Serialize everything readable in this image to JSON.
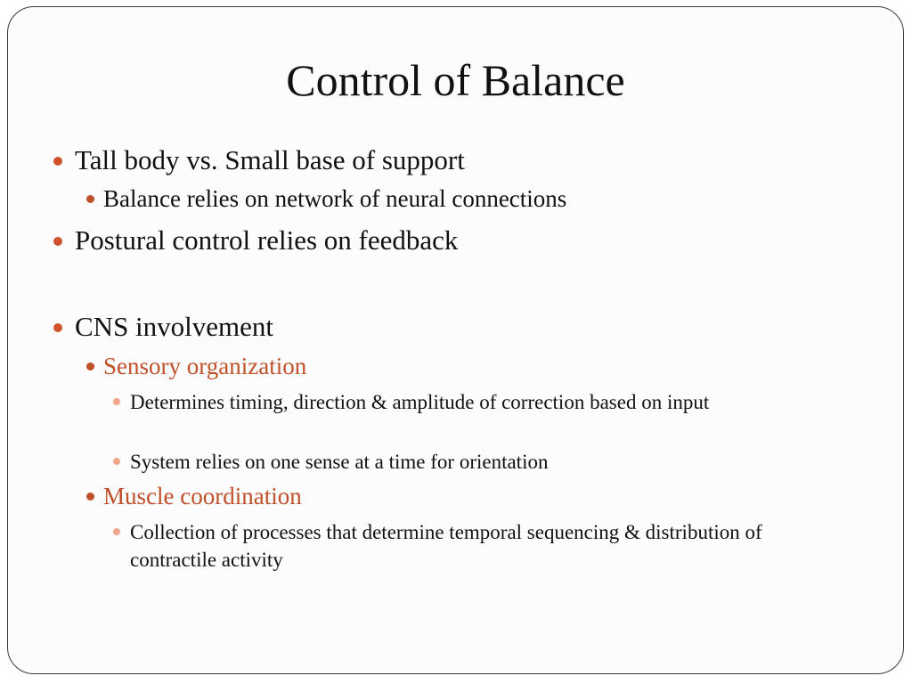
{
  "slide": {
    "title": "Control of Balance",
    "bullets": [
      {
        "text": "Tall body vs. Small base of support"
      },
      {
        "text": "Balance relies on network of neural connections"
      },
      {
        "text": "Postural control relies on feedback"
      },
      {
        "text": "CNS involvement"
      },
      {
        "text": "Sensory organization"
      },
      {
        "text": "Determines timing, direction & amplitude of correction based on input"
      },
      {
        "text": "System relies on one sense at a time for orientation"
      },
      {
        "text": "Muscle coordination"
      },
      {
        "text": "Collection of processes that determine temporal sequencing & distribution of contractile activity"
      }
    ]
  },
  "colors": {
    "text": "#111111",
    "accent": "#c0502a",
    "bullet_level1": "#d0522a",
    "bullet_level2": "#c0502a",
    "bullet_level3": "#f0a58c",
    "border": "#3a3a3a"
  }
}
